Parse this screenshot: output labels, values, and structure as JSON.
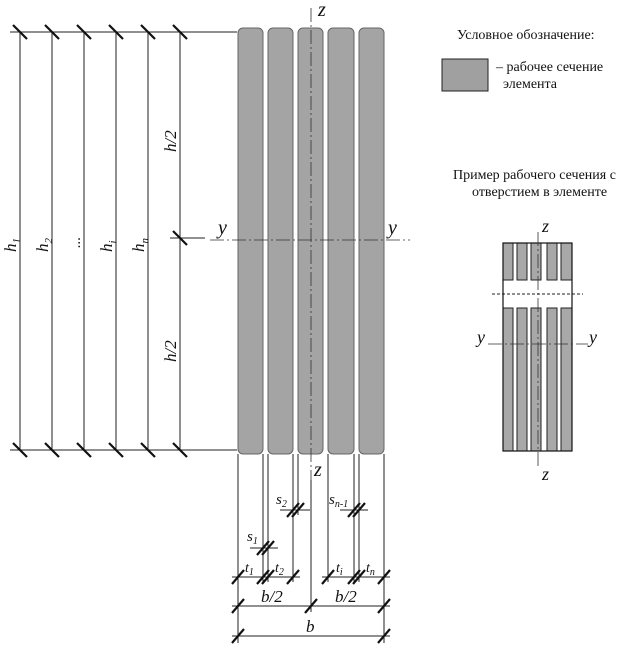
{
  "labels": {
    "z_top": "z",
    "z_bottom": "z",
    "y_left": "y",
    "y_right": "y",
    "h_half_top": "h/2",
    "h_half_bottom": "h/2",
    "h1": "h",
    "h1_sub": "1",
    "h2": "h",
    "h2_sub": "2",
    "hdots": "...",
    "hi": "h",
    "hi_sub": "i",
    "hn": "h",
    "hn_sub": "n",
    "s1": "s",
    "s1_sub": "1",
    "s2": "s",
    "s2_sub": "2",
    "sn1": "s",
    "sn1_sub": "n-1",
    "t1": "t",
    "t1_sub": "1",
    "t2": "t",
    "t2_sub": "2",
    "ti": "t",
    "ti_sub": "i",
    "tn": "t",
    "tn_sub": "n",
    "b_half_left": "b/2",
    "b_half_right": "b/2",
    "b": "b"
  },
  "legend": {
    "title": "Условное обозначение:",
    "line1": "– рабочее сечение",
    "line2": "элемента"
  },
  "example": {
    "title_line1": "Пример рабочего сечения с",
    "title_line2": "отверстием в элементе",
    "z_top": "z",
    "z_bottom": "z",
    "y_left": "y",
    "y_right": "y"
  },
  "colors": {
    "plank_fill": "#a4a4a4",
    "line": "#111111"
  }
}
